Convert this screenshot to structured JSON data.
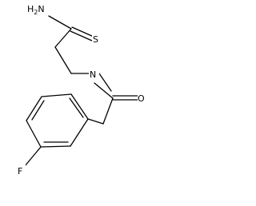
{
  "molecule": {
    "atoms": {
      "amine_nitrogen": "H",
      "amine_subscript": "2",
      "amine_letter": "N",
      "thione_sulfur": "S",
      "amide_nitrogen": "N",
      "carbonyl_oxygen": "O",
      "fluorine": "F"
    }
  }
}
